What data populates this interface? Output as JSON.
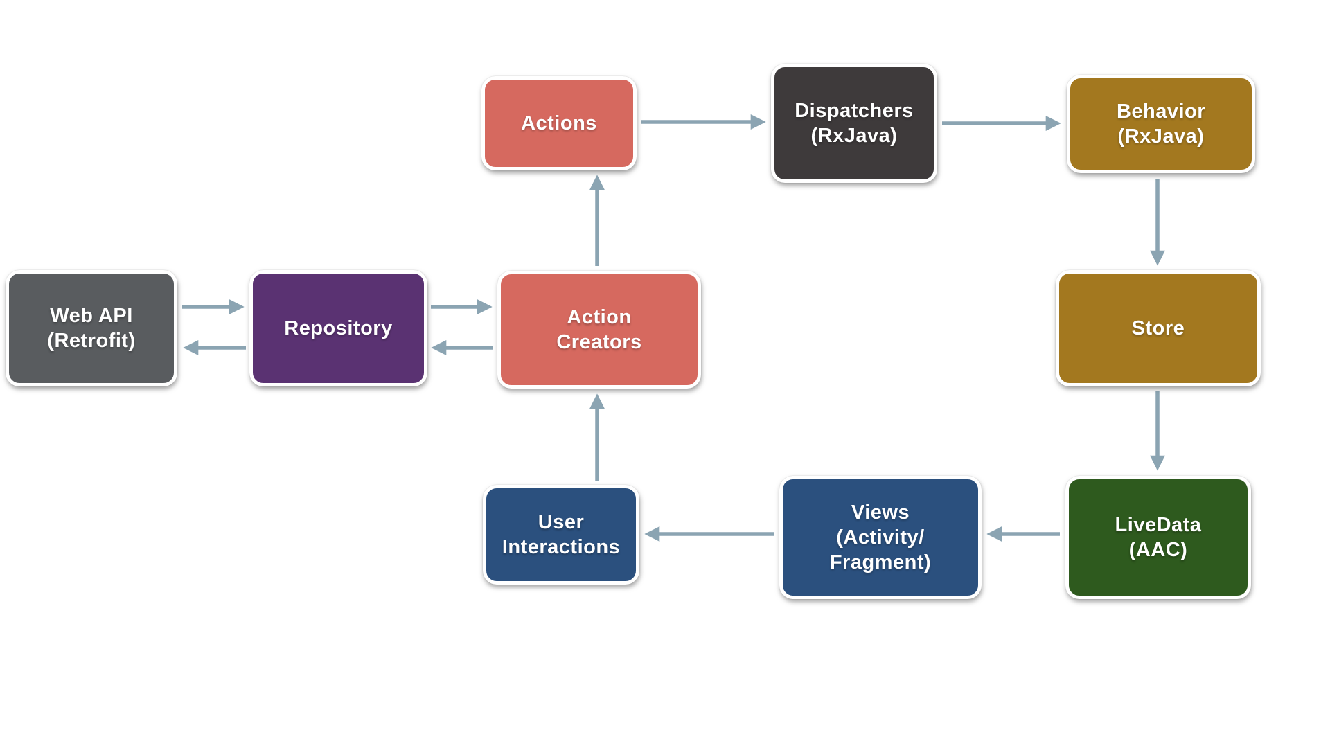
{
  "diagram": {
    "background": "#ffffff",
    "arrow_color": "#8ba4b2",
    "nodes": {
      "web_api": {
        "label": "Web API\n(Retrofit)",
        "color": "#595c5f"
      },
      "repository": {
        "label": "Repository",
        "color": "#5a3272"
      },
      "action_creators": {
        "label": "Action\nCreators",
        "color": "#d6695f"
      },
      "actions": {
        "label": "Actions",
        "color": "#d6695f"
      },
      "dispatchers": {
        "label": "Dispatchers\n(RxJava)",
        "color": "#3e3a3b"
      },
      "behavior": {
        "label": "Behavior\n(RxJava)",
        "color": "#a3781f"
      },
      "store": {
        "label": "Store",
        "color": "#a3781f"
      },
      "livedata": {
        "label": "LiveData\n(AAC)",
        "color": "#2e5a1e"
      },
      "views": {
        "label": "Views\n(Activity/\nFragment)",
        "color": "#2b507e"
      },
      "user_interactions": {
        "label": "User\nInteractions",
        "color": "#2b507e"
      }
    },
    "edges": [
      {
        "from": "web_api",
        "to": "repository"
      },
      {
        "from": "repository",
        "to": "web_api"
      },
      {
        "from": "repository",
        "to": "action_creators"
      },
      {
        "from": "action_creators",
        "to": "repository"
      },
      {
        "from": "action_creators",
        "to": "actions"
      },
      {
        "from": "actions",
        "to": "dispatchers"
      },
      {
        "from": "dispatchers",
        "to": "behavior"
      },
      {
        "from": "behavior",
        "to": "store"
      },
      {
        "from": "store",
        "to": "livedata"
      },
      {
        "from": "livedata",
        "to": "views"
      },
      {
        "from": "views",
        "to": "user_interactions"
      },
      {
        "from": "user_interactions",
        "to": "action_creators"
      }
    ]
  }
}
